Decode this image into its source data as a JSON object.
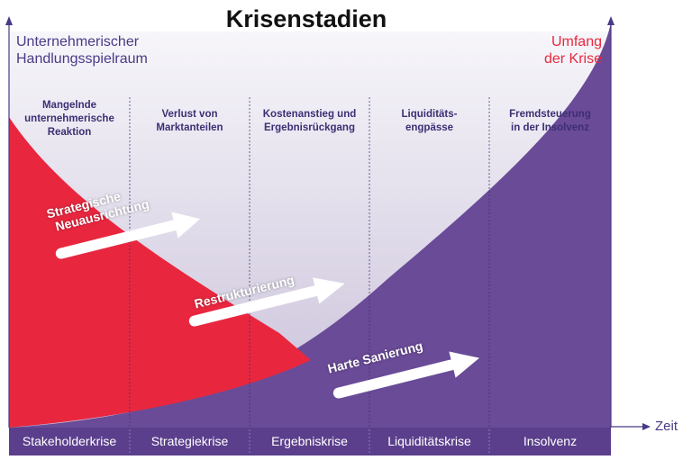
{
  "title": "Krisenstadien",
  "y_left_label": [
    "Unternehmerischer",
    "Handlungsspielraum"
  ],
  "y_right_label": [
    "Umfang",
    "der Krise"
  ],
  "x_axis_label": "Zeit",
  "stages": [
    [
      "Mangelnde",
      "unternehmerische",
      "Reaktion"
    ],
    [
      "Verlust von",
      "Marktanteilen"
    ],
    [
      "Kostenanstieg und",
      "Ergebnisrückgang"
    ],
    [
      "Liquiditäts-",
      "engpässe"
    ],
    [
      "Fremdsteuerung",
      "in der Insolvenz"
    ]
  ],
  "phases": [
    "Stakeholderkrise",
    "Strategiekrise",
    "Ergebniskrise",
    "Liquiditätskrise",
    "Insolvenz"
  ],
  "arrows": [
    [
      "Strategische",
      "Neuausrichtung"
    ],
    [
      "Restrukturierung"
    ],
    [
      "Harte Sanierung"
    ]
  ],
  "colors": {
    "purple": "#6a4b97",
    "red": "#e8273f",
    "band": "#5b3f8c",
    "background_top": "#f3f1f7",
    "background_bottom": "#c9c0d9"
  }
}
